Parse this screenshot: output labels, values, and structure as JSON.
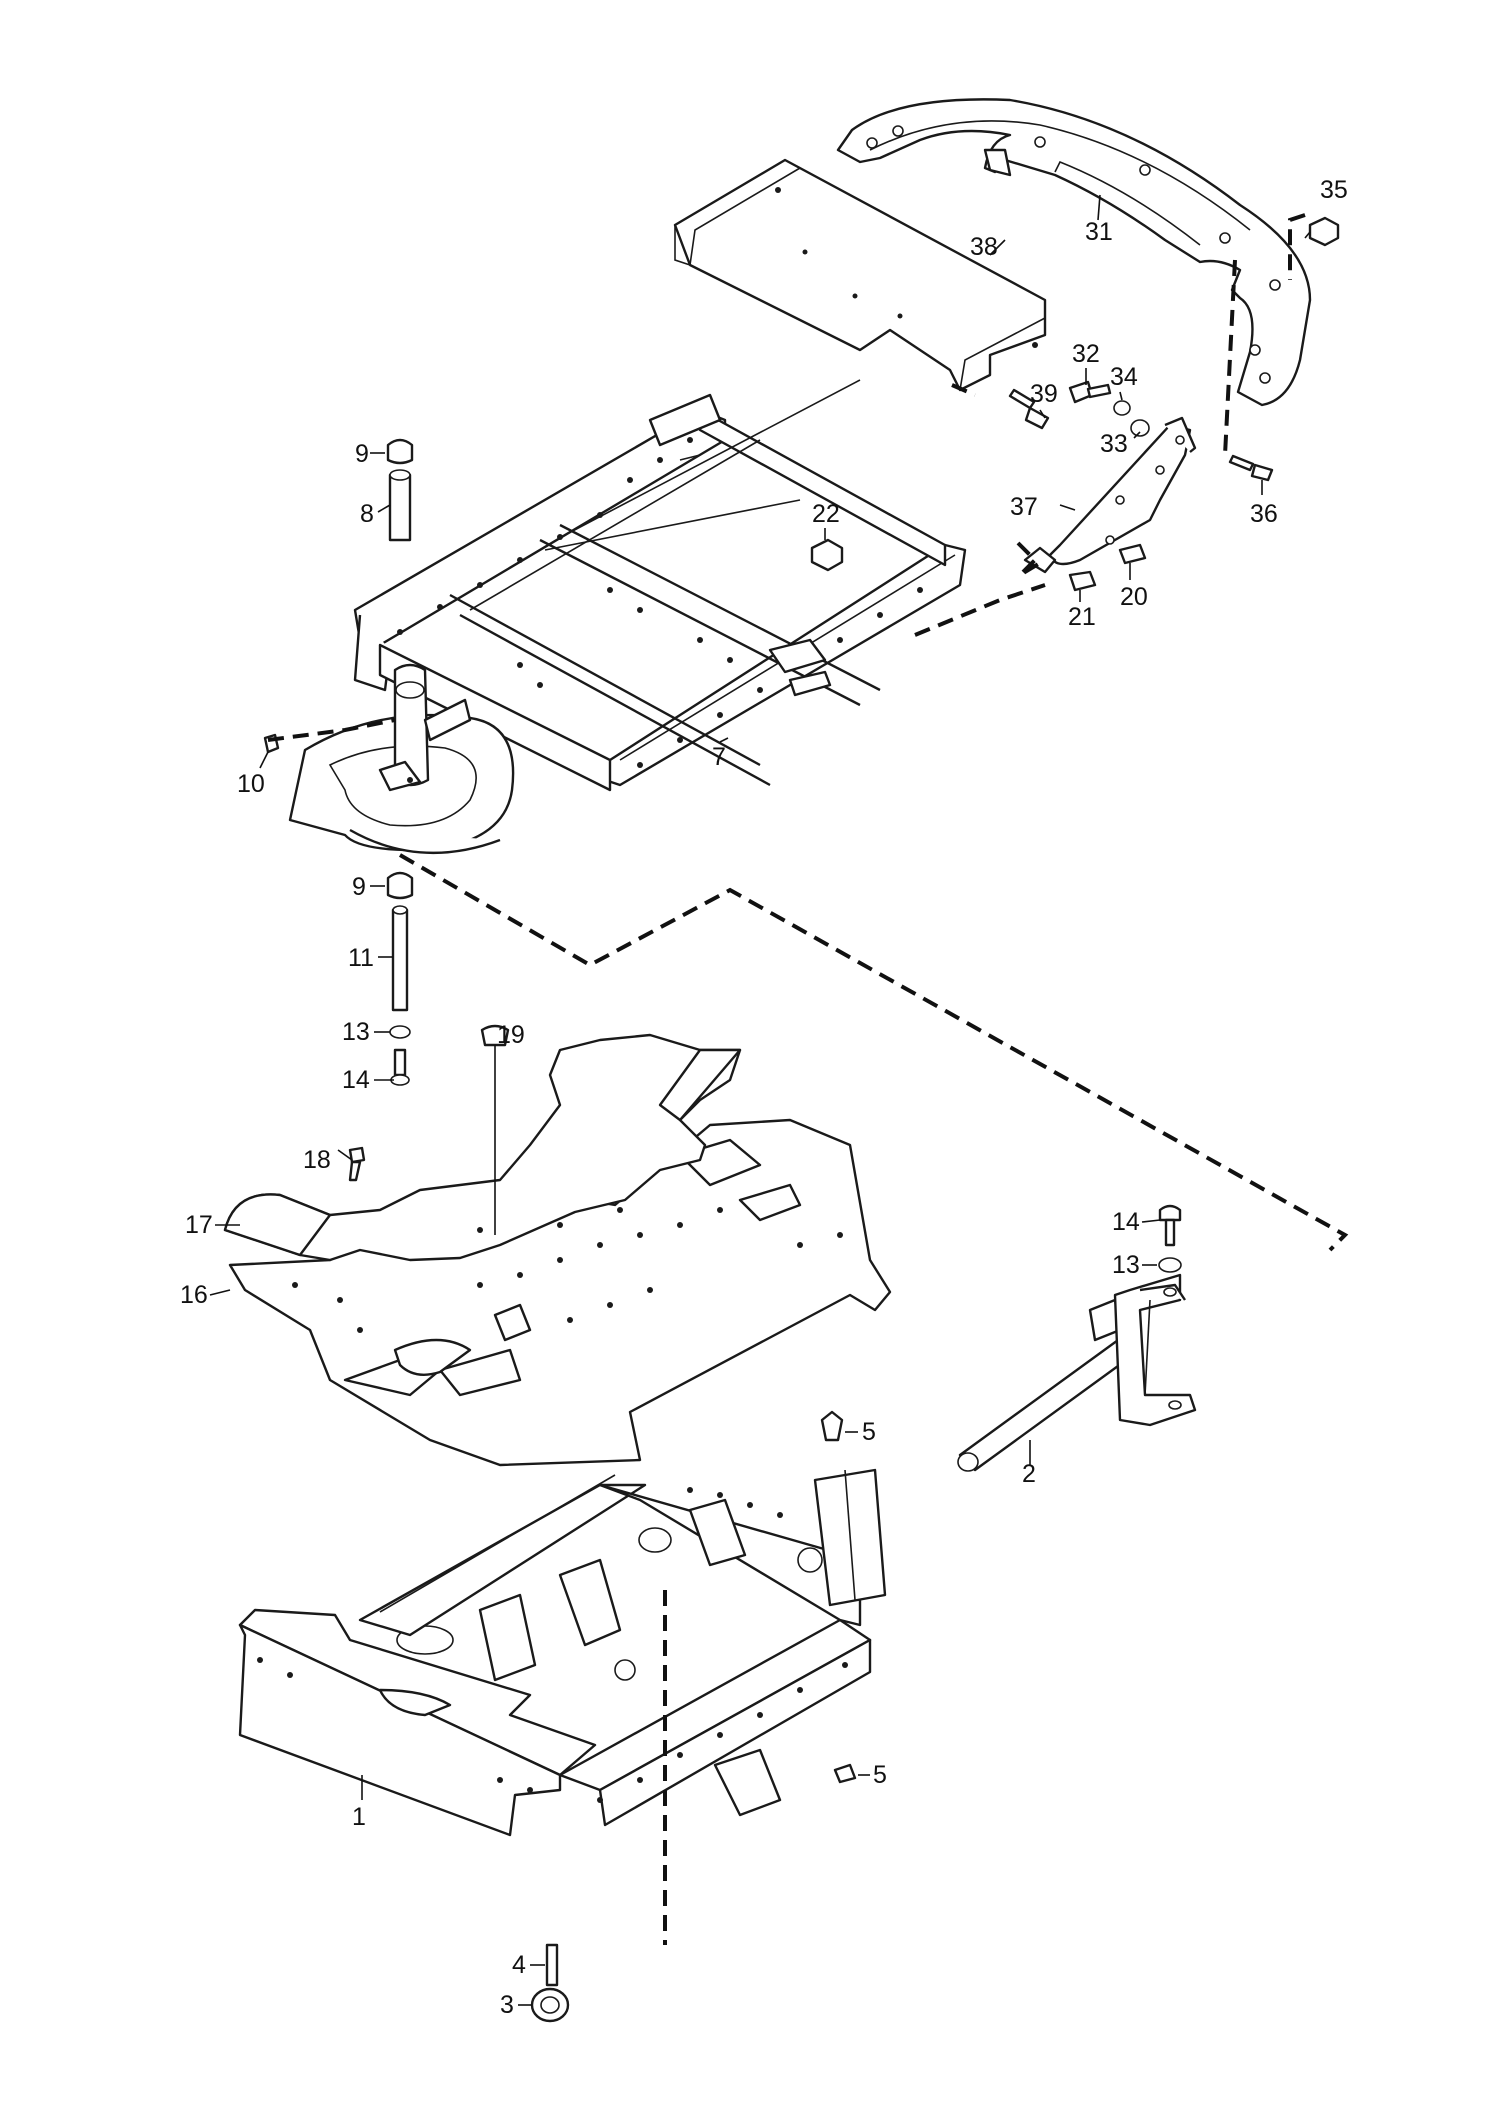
{
  "diagram": {
    "callouts": [
      {
        "id": "c35",
        "text": "35"
      },
      {
        "id": "c31",
        "text": "31"
      },
      {
        "id": "c38",
        "text": "38"
      },
      {
        "id": "c32",
        "text": "32"
      },
      {
        "id": "c34",
        "text": "34"
      },
      {
        "id": "c39",
        "text": "39"
      },
      {
        "id": "c33",
        "text": "33"
      },
      {
        "id": "c36",
        "text": "36"
      },
      {
        "id": "c37",
        "text": "37"
      },
      {
        "id": "c22",
        "text": "22"
      },
      {
        "id": "c20",
        "text": "20"
      },
      {
        "id": "c21",
        "text": "21"
      },
      {
        "id": "c9a",
        "text": "9"
      },
      {
        "id": "c8",
        "text": "8"
      },
      {
        "id": "c7",
        "text": "7"
      },
      {
        "id": "c10",
        "text": "10"
      },
      {
        "id": "c9b",
        "text": "9"
      },
      {
        "id": "c11",
        "text": "11"
      },
      {
        "id": "c13a",
        "text": "13"
      },
      {
        "id": "c14a",
        "text": "14"
      },
      {
        "id": "c19",
        "text": "19"
      },
      {
        "id": "c18",
        "text": "18"
      },
      {
        "id": "c17",
        "text": "17"
      },
      {
        "id": "c16",
        "text": "16"
      },
      {
        "id": "c14b",
        "text": "14"
      },
      {
        "id": "c13b",
        "text": "13"
      },
      {
        "id": "c2",
        "text": "2"
      },
      {
        "id": "c5a",
        "text": "5"
      },
      {
        "id": "c5b",
        "text": "5"
      },
      {
        "id": "c1",
        "text": "1"
      },
      {
        "id": "c4",
        "text": "4"
      },
      {
        "id": "c3",
        "text": "3"
      }
    ]
  }
}
